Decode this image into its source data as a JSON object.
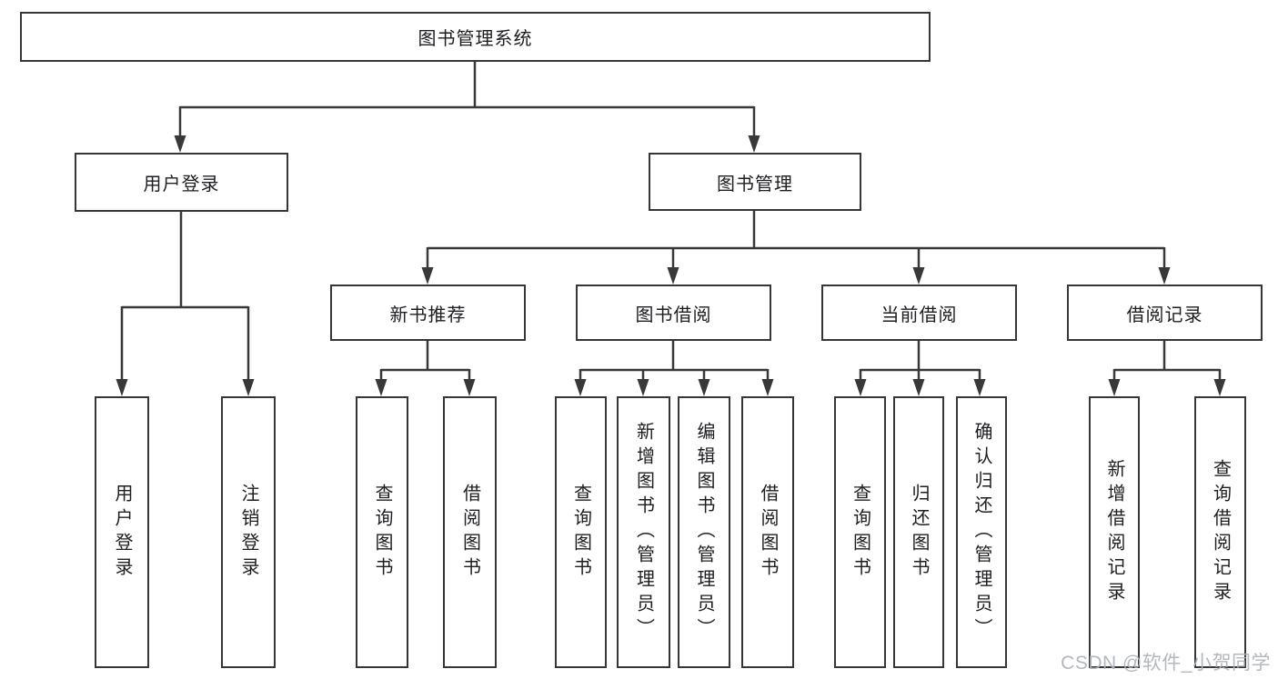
{
  "diagram": {
    "title": "图书管理系统",
    "type": "hierarchy-tree",
    "colors": {
      "line": "#383838",
      "box_border": "#363636",
      "text": "#1e1e22",
      "background": "#ffffff",
      "watermark": "#acb1ba"
    },
    "nodes": {
      "root": "图书管理系统",
      "user_login": "用户登录",
      "book_management": "图书管理",
      "new_book_recommend": "新书推荐",
      "book_borrowing": "图书借阅",
      "current_borrowing": "当前借阅",
      "borrowing_records": "借阅记录",
      "login_leaf": "用户登录",
      "logout_leaf": "注销登录",
      "rec_query_books": "查询图书",
      "rec_borrow_books": "借阅图书",
      "bor_query_books": "查询图书",
      "bor_add_books": "新增图书（管理员）",
      "bor_edit_books": "编辑图书（管理员）",
      "bor_borrow_books": "借阅图书",
      "cur_query_books": "查询图书",
      "cur_return_books": "归还图书",
      "cur_confirm_return": "确认归还（管理员）",
      "records_add_record": "新增借阅记录",
      "records_query_record": "查询借阅记录"
    },
    "hierarchy": {
      "图书管理系统": {
        "用户登录": [
          "用户登录",
          "注销登录"
        ],
        "图书管理": {
          "新书推荐": [
            "查询图书",
            "借阅图书"
          ],
          "图书借阅": [
            "查询图书",
            "新增图书（管理员）",
            "编辑图书（管理员）",
            "借阅图书"
          ],
          "当前借阅": [
            "查询图书",
            "归还图书",
            "确认归还（管理员）"
          ],
          "借阅记录": [
            "新增借阅记录",
            "查询借阅记录"
          ]
        }
      }
    },
    "watermark": "CSDN @软件_小贺同学"
  }
}
